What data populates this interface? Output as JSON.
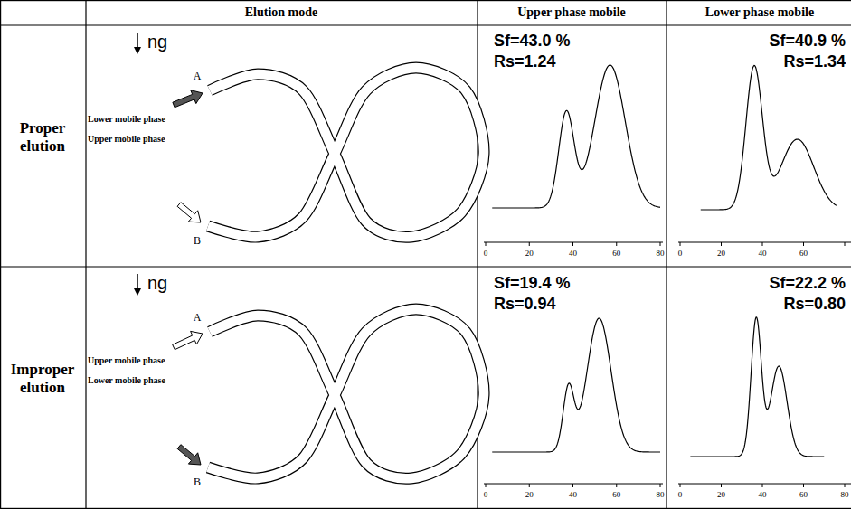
{
  "diagram": {
    "labels": [
      "Elution mode",
      "Upper phase mobile",
      "Lower phase mobile",
      "Proper elution",
      "ng",
      "A",
      "B",
      "Lower mobile phase",
      "Upper mobile phase",
      "Sf=43.0 %",
      "Rs=1.24",
      "0",
      "20",
      "40",
      "60",
      "80",
      "Sf=40.9 %",
      "Rs=1.34",
      "0",
      "20",
      "40",
      "60",
      "Improper elution",
      "ng",
      "A",
      "B",
      "Upper mobile phase",
      "Lower mobile phase",
      "Sf=19.4 %",
      "Rs=0.94",
      "0",
      "20",
      "40",
      "60",
      "80",
      "Sf=22.2 %",
      "Rs=0.80",
      "0",
      "20",
      "40",
      "60",
      "80"
    ]
  }
}
